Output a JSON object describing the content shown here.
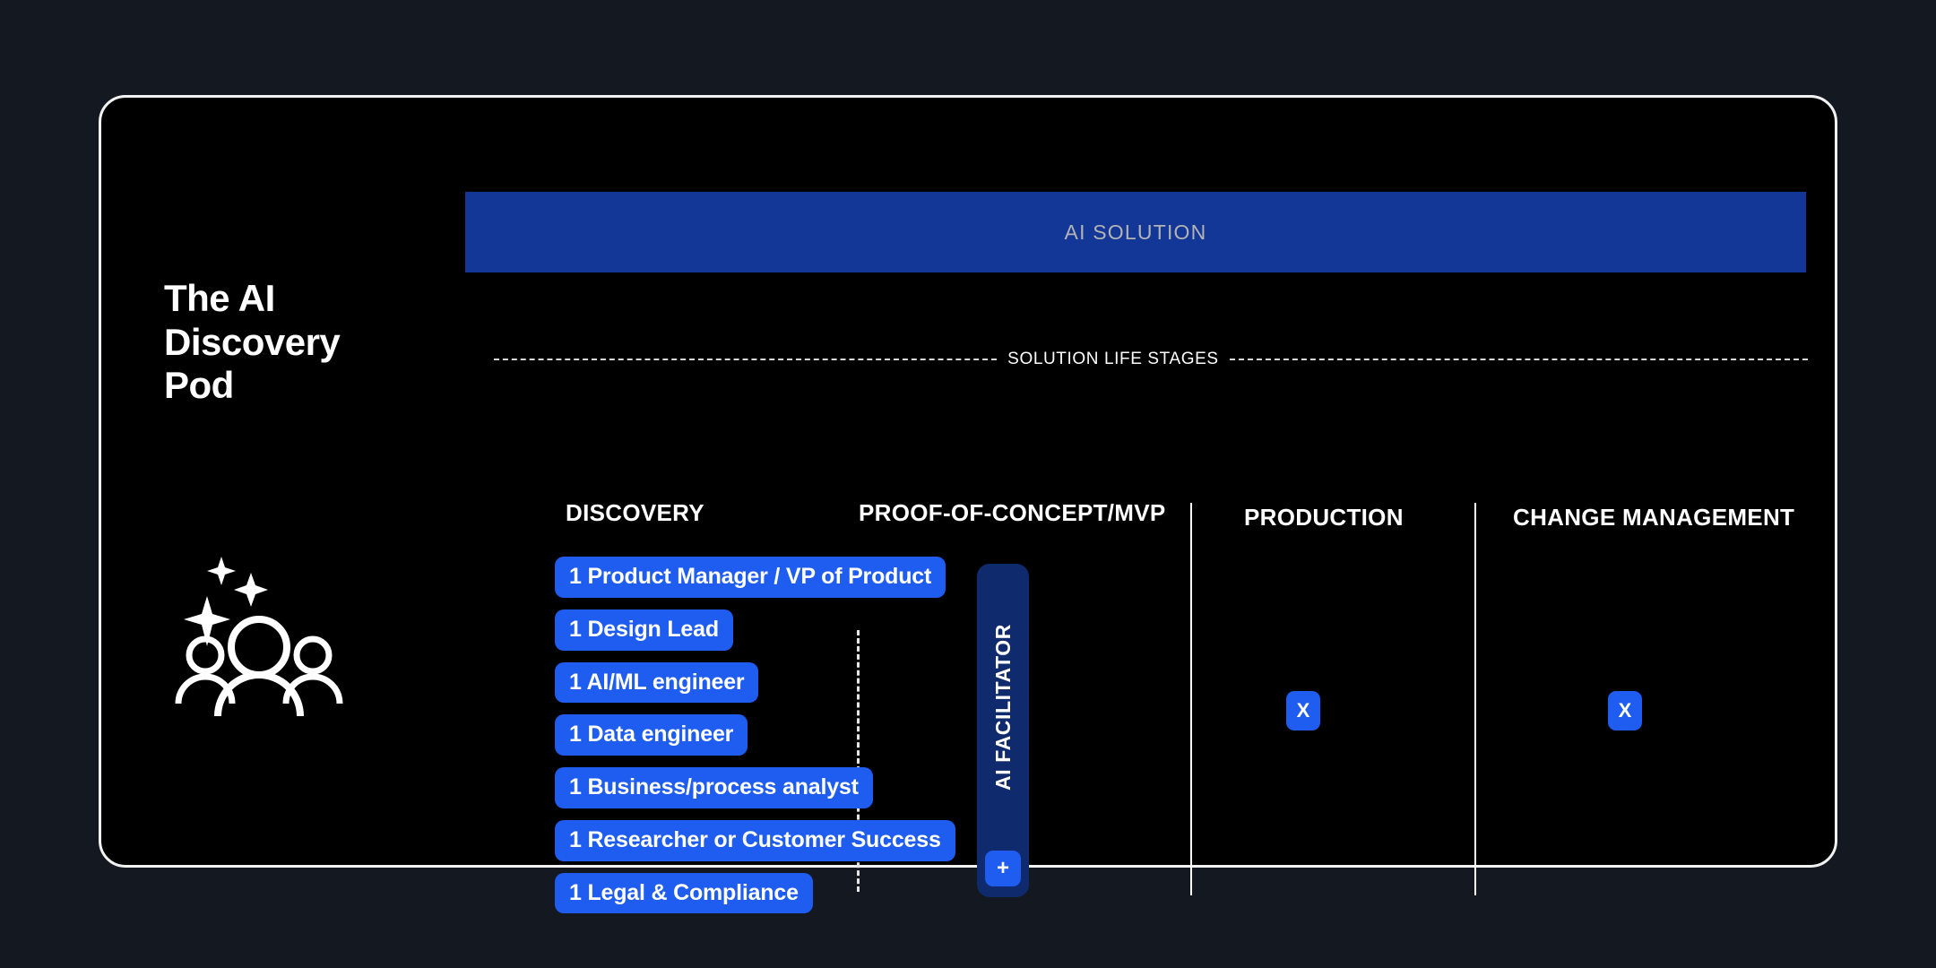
{
  "page": {
    "background_color": "#141821",
    "card_background": "#000000",
    "card_border_color": "#f2f2f2"
  },
  "colors": {
    "banner_blue": "#123796",
    "pill_blue": "#1f5cf0",
    "facilitator_navy": "#102a6e",
    "banner_text": "#b3b3b3",
    "white": "#ffffff"
  },
  "left_panel": {
    "title_line1": "The AI",
    "title_line2": "Discovery",
    "title_line3": "Pod",
    "icon": "people-sparkle-icon"
  },
  "banner": {
    "label": "AI SOLUTION"
  },
  "divider": {
    "label": "SOLUTION LIFE STAGES"
  },
  "stages": [
    {
      "key": "discovery",
      "label": "DISCOVERY"
    },
    {
      "key": "poc",
      "label": "PROOF-OF-CONCEPT/MVP"
    },
    {
      "key": "production",
      "label": "PRODUCTION"
    },
    {
      "key": "change",
      "label": "CHANGE MANAGEMENT"
    }
  ],
  "roles": [
    {
      "label": "1 Product Manager / VP of Product"
    },
    {
      "label": "1 Design Lead"
    },
    {
      "label": "1 AI/ML engineer"
    },
    {
      "label": "1 Data engineer"
    },
    {
      "label": "1 Business/process analyst"
    },
    {
      "label": "1 Researcher or Customer Success"
    },
    {
      "label": "1 Legal & Compliance"
    }
  ],
  "facilitator": {
    "label": "AI FACILITATOR",
    "add_button_label": "+"
  },
  "markers": {
    "production_label": "X",
    "change_label": "X"
  }
}
